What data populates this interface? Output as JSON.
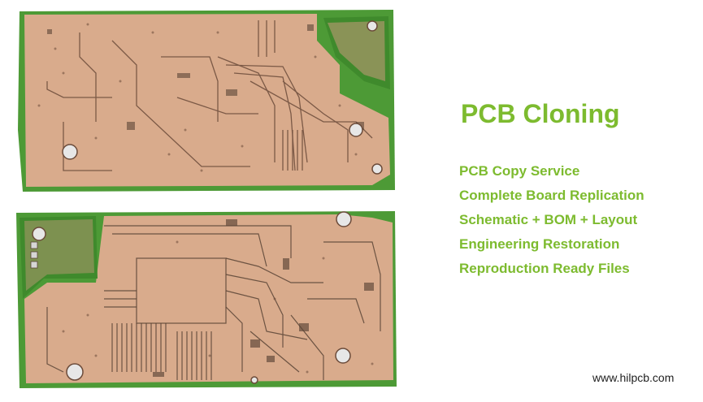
{
  "heading": "PCB Cloning",
  "features": [
    "PCB Copy Service",
    "Complete Board Replication",
    "Schematic + BOM + Layout",
    "Engineering Restoration",
    "Reproduction Ready Files"
  ],
  "website": "www.hilpcb.com",
  "colors": {
    "accent": "#7dbb2f",
    "pcb_copper": "#d7a98a",
    "pcb_soldermask": "#3f8f2c",
    "trace": "#5a4436"
  }
}
